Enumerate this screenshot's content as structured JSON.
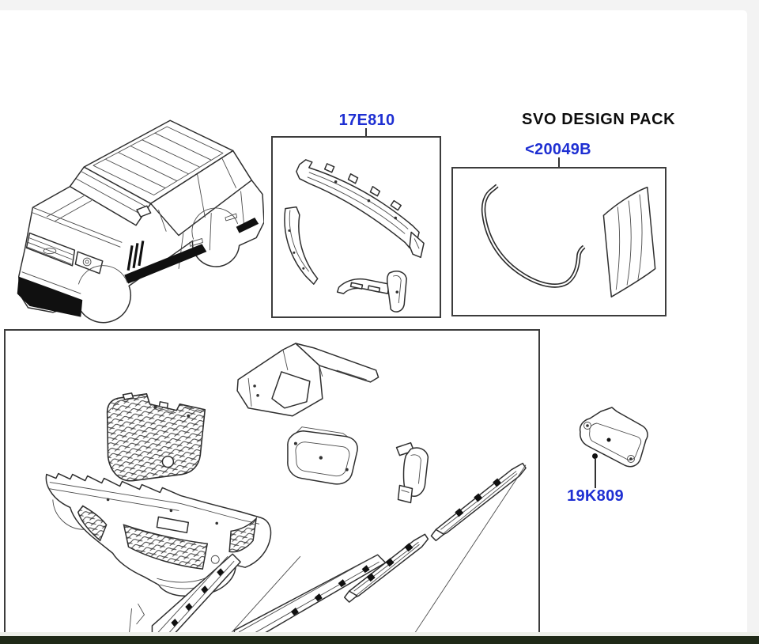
{
  "colors": {
    "page_background": "#f3f3f3",
    "surface": "#ffffff",
    "part_link_blue": "#1e2fd2",
    "line_art": "#2e2e2e",
    "footer_bar": "#202a18"
  },
  "parts": {
    "bumper_trim_kit": {
      "code": "17E810"
    },
    "design_pack": {
      "title": "SVO DESIGN PACK",
      "code": "<20049B"
    },
    "bracket": {
      "code": "19K809"
    }
  },
  "figures": {
    "vehicle": "range-rover-isometric-line-drawing",
    "box_17e810_contents": [
      "bumper-upper-trim-bar",
      "corner-blade-trim",
      "lower-finisher"
    ],
    "box_20049b_contents": [
      "grille-surround-trim",
      "fender-vent-striped-panel"
    ],
    "main_box_contents": [
      "front-bumper-assembly",
      "mesh-grille",
      "rear-bumper-corner",
      "skid-plate",
      "blade-bracket",
      "door-molding-upper",
      "door-molding-lower",
      "rocker-sill-left",
      "rocker-sill-right"
    ],
    "bracket_figure": "mounting-bracket"
  }
}
